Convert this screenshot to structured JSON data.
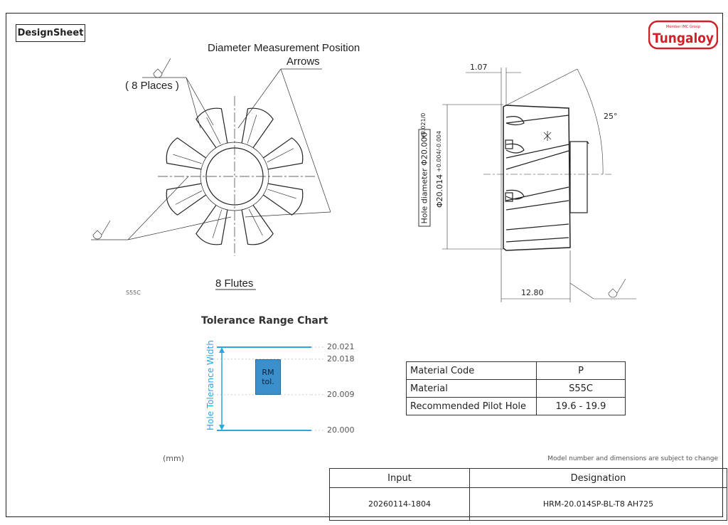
{
  "header": {
    "title": "DesignSheet",
    "logo_text": "Tungaloy",
    "logo_subtext": "Member IMC Group"
  },
  "front_view": {
    "title": "Diameter Measurement Position",
    "title_line2": "Arrows",
    "places": "( 8 Places )",
    "flutes": "8 Flutes",
    "material_tag": "S55C"
  },
  "side_view": {
    "dim_chamfer": "1.07",
    "angle": "25°",
    "dim_length": "12.80",
    "hole_diameter_label": "Hole diameter Φ20.000",
    "hole_diameter_tol": "+0.021/0",
    "tool_diameter": "Φ20.014",
    "tool_diameter_tol": "+0.004/-0.004"
  },
  "chart_data": {
    "type": "range",
    "title": "Tolerance Range Chart",
    "ylabel": "Hole Tolerance Width",
    "ylim": [
      20.0,
      20.021
    ],
    "ticks": [
      "20.021",
      "20.018",
      "20.009",
      "20.000"
    ],
    "hole_tolerance": [
      20.0,
      20.021
    ],
    "rm_tolerance": {
      "label_line1": "RM",
      "label_line2": "tol.",
      "range": [
        20.009,
        20.018
      ]
    }
  },
  "colors": {
    "chart_line": "#29a8e0",
    "rm_box": "#3a8fcc",
    "logo_red": "#d0202a"
  },
  "properties": [
    {
      "key": "Material Code",
      "value": "P"
    },
    {
      "key": "Material",
      "value": "S55C"
    },
    {
      "key": "Recommended Pilot Hole",
      "value": "19.6 - 19.9"
    }
  ],
  "unit_note": "(mm)",
  "disclaimer": "Model number and dimensions are subject to change",
  "io": {
    "headers": [
      "Input",
      "Designation"
    ],
    "values": [
      "20260114-1804",
      "HRM-20.014SP-BL-T8 AH725"
    ]
  }
}
